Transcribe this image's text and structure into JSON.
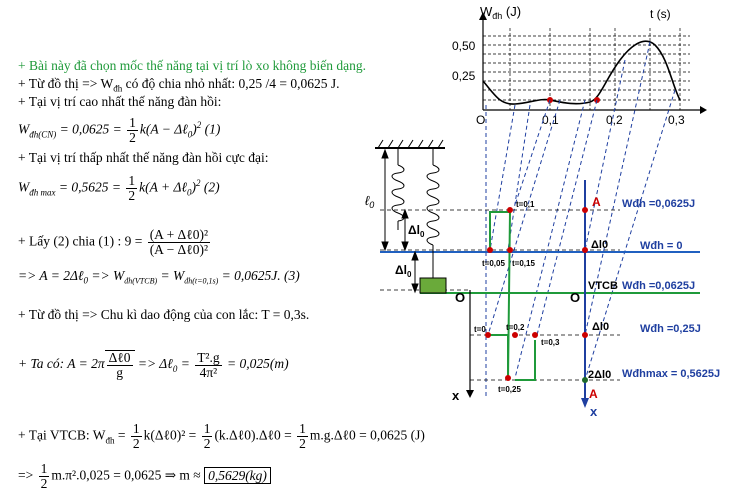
{
  "text": {
    "l1": "+ Bài này đã chọn mốc thế năng tại vị trí lò xo không biến dạng.",
    "l2": "+ Từ đồ thị => W",
    "l2sub": "đh",
    "l2b": " có độ chia nhỏ nhất: 0,25 /4 = 0,0625 J.",
    "l3": "+ Tại vị trí cao nhất  thế năng đàn hồi:",
    "eq1_lhs": "W",
    "eq1_sub": "đh(CN)",
    "eq1_mid": " = 0,0625 = ",
    "eq1_num": "1",
    "eq1_den": "2",
    "eq1_rhs": "k(A − Δℓ",
    "eq1_rhs2": "0",
    "eq1_rhs3": ")",
    "eq1_pow": "2",
    "eq1_tag": " (1)",
    "l4": "+ Tại vị trí thấp nhất thế năng đàn hồi cực đại:",
    "eq2_sub": "đh max",
    "eq2_mid": " = 0,5625 = ",
    "eq2_rhs": "k(A + Δℓ",
    "eq2_tag": " (2)",
    "l5": "+ Lấy (2) chia (1) :  9 = ",
    "l5_num": "(A + Δℓ0)²",
    "l5_den": "(A − Δℓ0)²",
    "l6": "=>  A = 2Δℓ",
    "l6b": " => W",
    "l6sub": "đh(VTCB)",
    "l6c": " = W",
    "l6sub2": "đh(t=0,1s)",
    "l6d": " = 0,0625J.   (3)",
    "l7": "+ Từ đồ thị => Chu kì dao động  của con lắc: T = 0,3s.",
    "l8": "+ Ta có:  A = 2π",
    "l8_sqrt_num": "Δℓ0",
    "l8_sqrt_den": "g",
    "l8b": " => Δℓ",
    "l8c": " = ",
    "l8_num": "T².g",
    "l8_den": "4π²",
    "l8d": " = 0,025(m)",
    "l9": "+  Tại VTCB: W",
    "l9sub": "đh",
    "l9b": " = ",
    "l9c": "k(Δℓ0)² = ",
    "l9d": "(k.Δℓ0).Δℓ0 = ",
    "l9e": "m.g.Δℓ0 = 0,0625 (J)",
    "l10": "=> ",
    "l10b": "m.π².0,025 = 0,0625 ⇒ m ≈ ",
    "l10box": "0,5629(kg)"
  },
  "graph": {
    "ylabel": "W",
    "ylabel_sub": "đh",
    "ylabel_unit": " (J)",
    "xlabel": "t (s)",
    "y_ticks": [
      "0,50",
      "0,25"
    ],
    "x_ticks": [
      "0,1",
      "0,2",
      "0,3"
    ],
    "origin": "O"
  },
  "diagram": {
    "l0": "ℓ",
    "l0sub": "0",
    "dl0": "Δl",
    "dl0sub": "0",
    "O_left": "O",
    "O_right": "O",
    "x_left": "x",
    "x_right": "x",
    "A_top": "A",
    "A_bottom": "A",
    "t_labels": [
      "t=0,1",
      "t=0,05",
      "t=0,15",
      "t=0",
      "t=0,2",
      "t=0,3",
      "t=0,25"
    ],
    "marks": [
      "Δl0",
      "VTCB",
      "Δl0",
      "2Δl0"
    ],
    "energies": [
      "Wđh =0,0625J",
      "Wđh = 0",
      "Wđh =0,0625J",
      "Wđh =0,25J",
      "Wđhmax = 0,5625J"
    ]
  },
  "colors": {
    "green": "#1f9a3a",
    "blue": "#1f3fa0",
    "red": "#cc0000",
    "lineblue": "#2060c0"
  }
}
